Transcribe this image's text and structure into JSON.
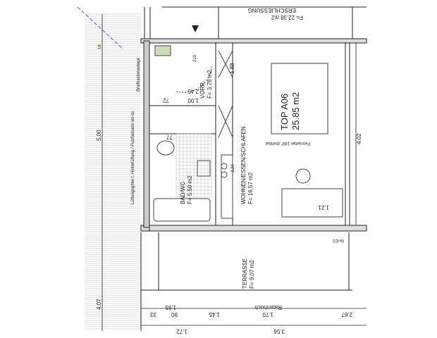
{
  "plan": {
    "unit": {
      "name": "TOP A06",
      "area": "25.85 m2"
    },
    "rooms": {
      "living": {
        "name": "WOHNEN/ESSEN/SCHLAFEN",
        "area": "F= 16.57 m2"
      },
      "bath": {
        "name": "BAD/WC",
        "area": "F= 5.50 m2"
      },
      "hall": {
        "name": "VORR.",
        "area": "F= 3.78 m2"
      },
      "terrace": {
        "name": "TERRASSE",
        "area": "F= 9.07 m2"
      },
      "access": {
        "name": "ERSCHLIESSUNG",
        "area": "F= 22.38 m2"
      }
    },
    "notes": {
      "mailbox": "Briefkastenanlage",
      "shaft": "Lüftungsgitter f. Hinterlüftung / Putzfassade ws-ss",
      "tv": "Fernseher 180° drehbar",
      "height": "Raumhoch",
      "fixed": "fix-ES"
    },
    "dimensions": {
      "left_5": "5.00",
      "left_4": "4.07",
      "right_4": "4.02",
      "d155": "1.55",
      "d90": "90",
      "d33": "33",
      "d145": "1.45",
      "d170": "1.70",
      "d267": "2.67",
      "d172": "1.72",
      "d356": "3.56",
      "d188": "1.88",
      "d245": "2.45",
      "d100": "1.00",
      "d72": "72",
      "d77": "77",
      "d121": "1.21",
      "d320": "3.20",
      "d210": "210",
      "d18": "18"
    }
  }
}
